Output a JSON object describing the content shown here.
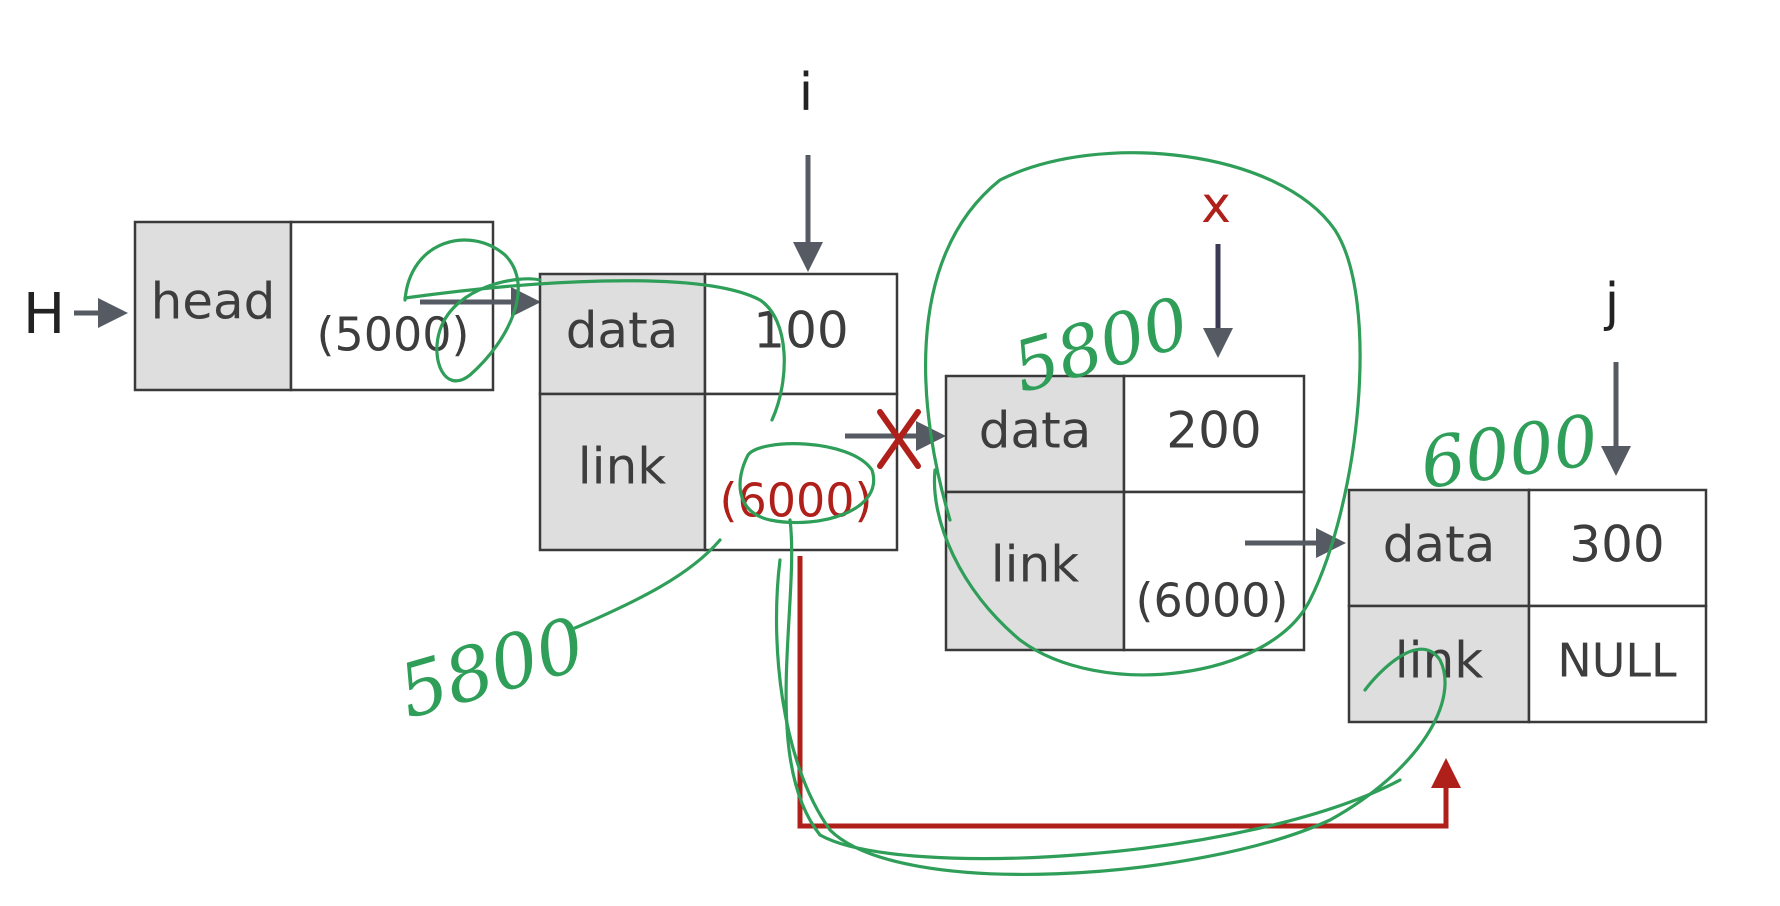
{
  "colors": {
    "cell_label_fill": "#dedede",
    "cell_value_fill": "#ffffff",
    "box_stroke": "#3a3a3a",
    "arrow": "#555a63",
    "red": "#b0201a",
    "green_ink": "#2e9e58"
  },
  "pointers": {
    "H": "H",
    "i": "i",
    "x": "x",
    "j": "j"
  },
  "head_node": {
    "label": "head",
    "value": "(5000)"
  },
  "nodes": [
    {
      "data_label": "data",
      "data_value": "100",
      "link_label": "link",
      "link_value": "(6000)"
    },
    {
      "data_label": "data",
      "data_value": "200",
      "link_label": "link",
      "link_value": "(6000)"
    },
    {
      "data_label": "data",
      "data_value": "300",
      "link_label": "link",
      "link_value": "NULL"
    }
  ],
  "annotations": {
    "note_5800_a": "5800",
    "note_5800_b": "5800",
    "note_6000": "6000"
  }
}
